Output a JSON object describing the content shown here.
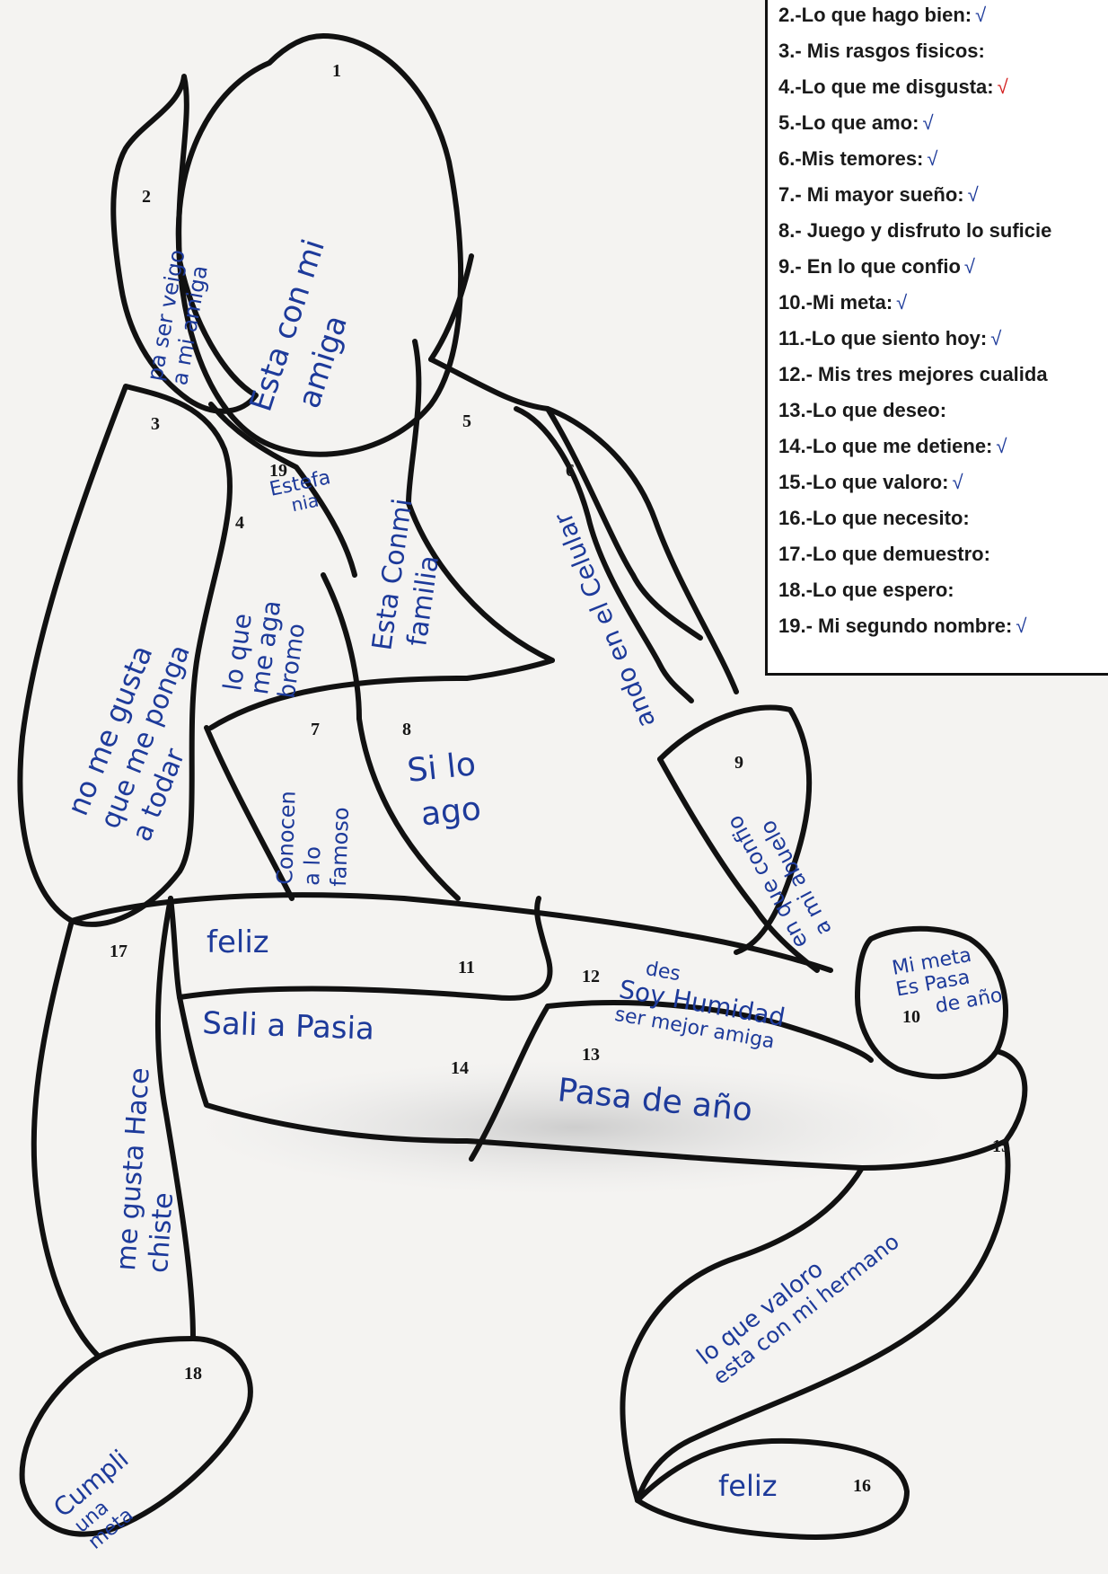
{
  "colors": {
    "ink": "#1d3a9a",
    "outline": "#111111",
    "check_blue": "#1d3a9a",
    "check_red": "#d42020"
  },
  "legend": {
    "items": [
      {
        "text": "2.-Lo que hago bien:",
        "check": "√"
      },
      {
        "text": "3.- Mis rasgos fisicos:",
        "check": ""
      },
      {
        "text": "4.-Lo que me disgusta:",
        "check": "√"
      },
      {
        "text": "5.-Lo que amo:",
        "check": "√"
      },
      {
        "text": "6.-Mis temores:",
        "check": "√"
      },
      {
        "text": "7.- Mi mayor sueño:",
        "check": "√"
      },
      {
        "text": "8.- Juego y disfruto lo suficie",
        "check": ""
      },
      {
        "text": "9.- En lo que confio",
        "check": "√"
      },
      {
        "text": "10.-Mi meta:",
        "check": "√"
      },
      {
        "text": "11.-Lo que siento hoy:",
        "check": "√"
      },
      {
        "text": "12.- Mis tres mejores cualida",
        "check": ""
      },
      {
        "text": "13.-Lo que deseo:",
        "check": ""
      },
      {
        "text": "14.-Lo que me detiene:",
        "check": "√"
      },
      {
        "text": "15.-Lo que valoro:",
        "check": "√"
      },
      {
        "text": "16.-Lo que necesito:",
        "check": ""
      },
      {
        "text": "17.-Lo que demuestro:",
        "check": ""
      },
      {
        "text": "18.-Lo que espero:",
        "check": ""
      },
      {
        "text": "19.- Mi segundo nombre:",
        "check": "√"
      }
    ]
  },
  "figure": {
    "numbers": [
      "1",
      "2",
      "3",
      "4",
      "5",
      "6",
      "7",
      "8",
      "9",
      "10",
      "11",
      "12",
      "13",
      "14",
      "15",
      "16",
      "17",
      "18",
      "19"
    ],
    "answers": {
      "a1a": "Esta con mi",
      "a1b": "amiga",
      "a2a": "pa ser veigo",
      "a2b": "a mi amiga",
      "a3a": "no me gusta",
      "a3b": "que me ponga",
      "a3c": "a todar",
      "a4a": "lo que",
      "a4b": "me aga",
      "a4c": "bromo",
      "a5a": "Esta Conmi",
      "a5b": "familia",
      "a6": "ando en el Celular",
      "a7a": "Conocen",
      "a7b": "a lo",
      "a7c": "famoso",
      "a8a": "Si lo",
      "a8b": "ago",
      "a9a": "en que confio",
      "a9b": "a mi abuelo",
      "a10a": "Mi meta",
      "a10b": "Es Pasa",
      "a10c": "de año",
      "a11": "feliz",
      "a12a": "des",
      "a12b": "Soy Humidad",
      "a12c": "ser mejor amiga",
      "a13": "Pasa de año",
      "a14": "Sali a Pasia",
      "a15a": "lo que valoro",
      "a15b": "esta con mi hermano",
      "a16": "feliz",
      "a17a": "me gusta Hace",
      "a17b": "chiste",
      "a18a": "Cumpli",
      "a18b": "una",
      "a18c": "meta",
      "a19a": "Estefa",
      "a19b": "nia"
    }
  }
}
